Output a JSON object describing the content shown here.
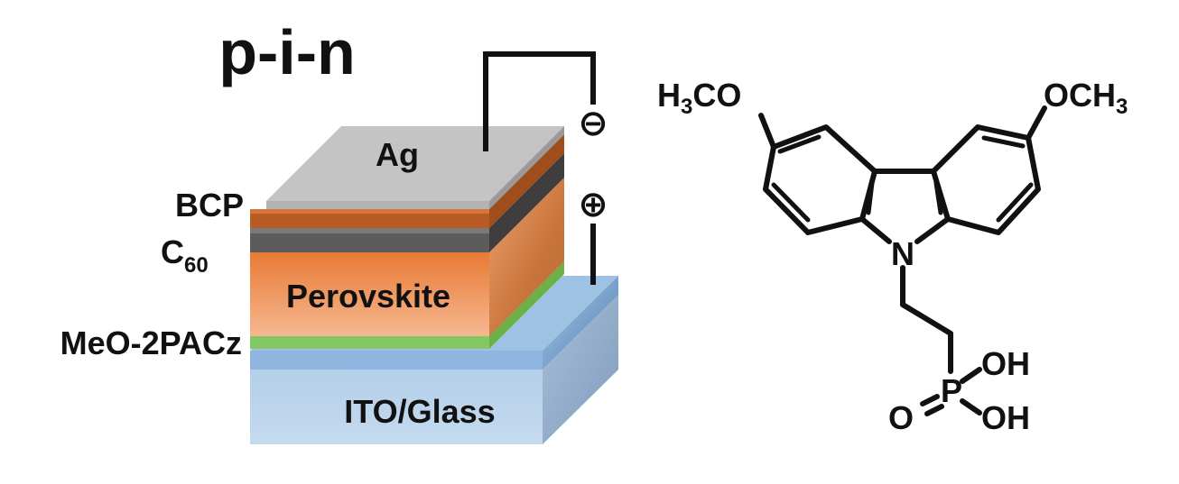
{
  "title": "p-i-n",
  "layers": {
    "electrode": "Ag",
    "bcp": "BCP",
    "c60_base": "C",
    "c60_sub": "60",
    "perovskite": "Perovskite",
    "sam": "MeO-2PACz",
    "substrate": "ITO/Glass"
  },
  "terminals": {
    "negative": "⊖",
    "positive": "⊕"
  },
  "molecule": {
    "left_sub": {
      "a": "H",
      "b": "3",
      "c": "CO"
    },
    "right_sub": {
      "a": "OCH",
      "b": "3"
    },
    "nitrogen": "N",
    "phosphorus": "P",
    "oxo": "O",
    "hydroxyl_1": "OH",
    "hydroxyl_2": "OH"
  },
  "colors": {
    "ag": "#c6c6c6",
    "bcp": "#b85b24",
    "c60": "#5a5a5a",
    "perovskite": "#ef8843",
    "sam": "#84c864",
    "ito": "#8fb8df",
    "glass": "#b9d3ea"
  }
}
